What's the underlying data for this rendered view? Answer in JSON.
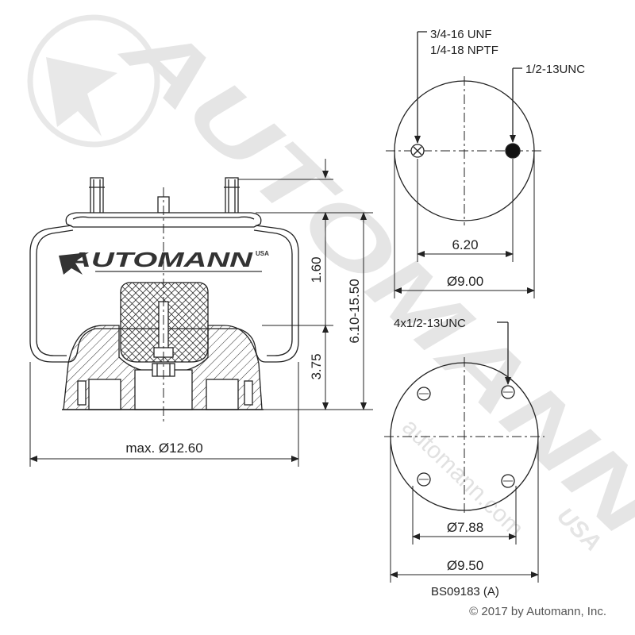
{
  "watermark": {
    "brand": "AUTOMANN",
    "suffix": "USA",
    "url": "automann.com"
  },
  "logo": {
    "text": "AUTOMANN",
    "suffix": "USA"
  },
  "side_view": {
    "dim_top_height": "1.60",
    "dim_total_height": "6.10-15.50",
    "dim_bottom_height": "3.75",
    "dim_max_diameter": "max. Ø12.60"
  },
  "top_plate": {
    "callout_left_line1": "3/4-16 UNF",
    "callout_left_line2": "1/4-18 NPTF",
    "callout_right": "1/2-13UNC",
    "dim_spacing": "6.20",
    "dim_diameter": "Ø9.00"
  },
  "bottom_plate": {
    "callout": "4x1/2-13UNC",
    "dim_bolt_circle": "Ø7.88",
    "dim_diameter": "Ø9.50"
  },
  "part_number": "BS09183 (A)",
  "copyright": "© 2017 by Automann, Inc."
}
